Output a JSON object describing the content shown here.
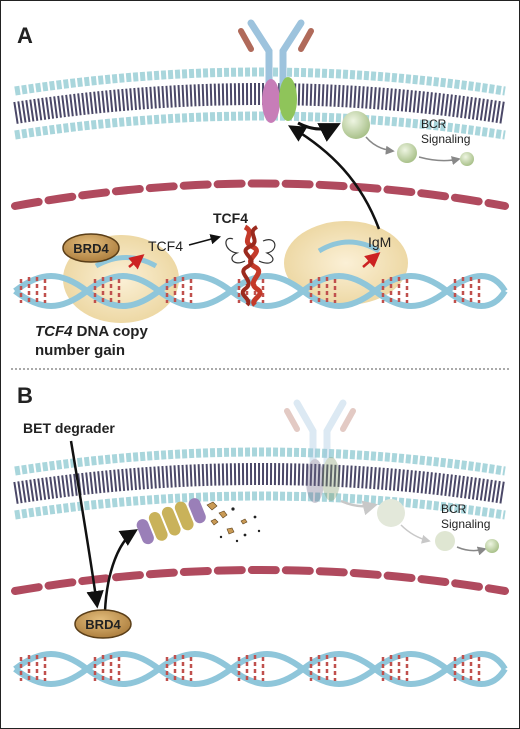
{
  "panels": {
    "a": {
      "letter": "A",
      "brd4": "BRD4",
      "tcf4_gene": "TCF4",
      "tcf4_protein": "TCF4",
      "igm": "IgM",
      "bcr_line1": "BCR",
      "bcr_line2": "Signaling",
      "copy_gain_italic": "TCF4",
      "copy_gain_rest": " DNA copy",
      "copy_gain_line2": "number gain"
    },
    "b": {
      "letter": "B",
      "bet_degrader": "BET degrader",
      "brd4": "BRD4",
      "bcr_line1": "BCR",
      "bcr_line2": "Signaling"
    }
  },
  "colors": {
    "membrane_head": "#a9d6dc",
    "membrane_tail": "#4b4868",
    "nuclear_envelope": "#b04a5e",
    "dna_backbone": "#8fc6da",
    "brd4_fill": "#c99a55",
    "tcf4_protein": "#c43a2a",
    "arrow_red": "#cc2222",
    "receptor_blue": "#9dc3dd",
    "receptor_brown": "#b06a5a",
    "iga_pink": "#c77db8",
    "igb_green": "#8fc45a",
    "signal_ball": "#c4d6a6"
  }
}
